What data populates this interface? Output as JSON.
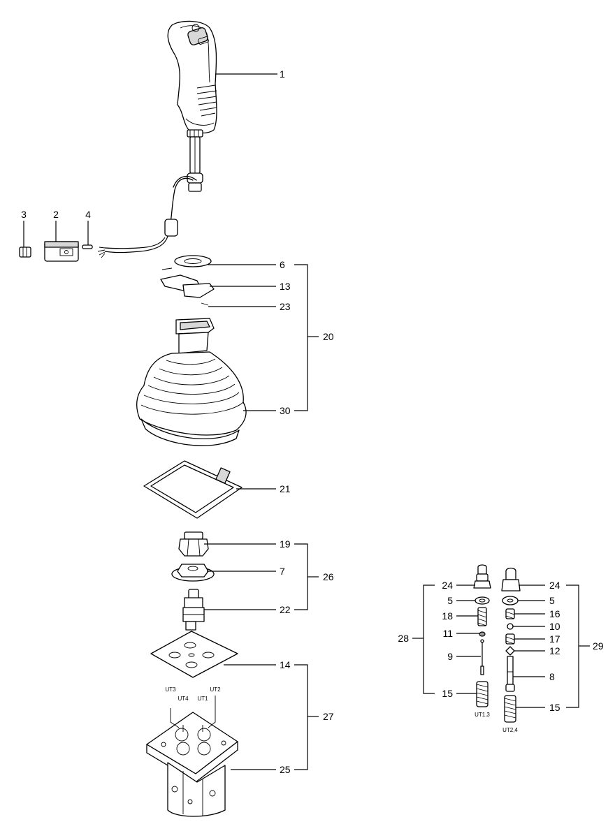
{
  "diagram": {
    "callouts": {
      "c1": "1",
      "c2": "2",
      "c3": "3",
      "c4": "4",
      "c6": "6",
      "c13": "13",
      "c23": "23",
      "c20": "20",
      "c30": "30",
      "c21": "21",
      "c19": "19",
      "c7": "7",
      "c26": "26",
      "c22": "22",
      "c14": "14",
      "c27": "27",
      "c25": "25",
      "k24a": "24",
      "k5a": "5",
      "k18": "18",
      "k11": "11",
      "k9": "9",
      "k15a": "15",
      "k28": "28",
      "k24b": "24",
      "k5b": "5",
      "k16": "16",
      "k10": "10",
      "k17": "17",
      "k12": "12",
      "k8": "8",
      "k15b": "15",
      "k29": "29"
    },
    "port_labels": {
      "ut3": "UT3",
      "ut4": "UT4",
      "ut1": "UT1",
      "ut2": "UT2",
      "ut13": "UT1,3",
      "ut24": "UT2,4"
    }
  }
}
